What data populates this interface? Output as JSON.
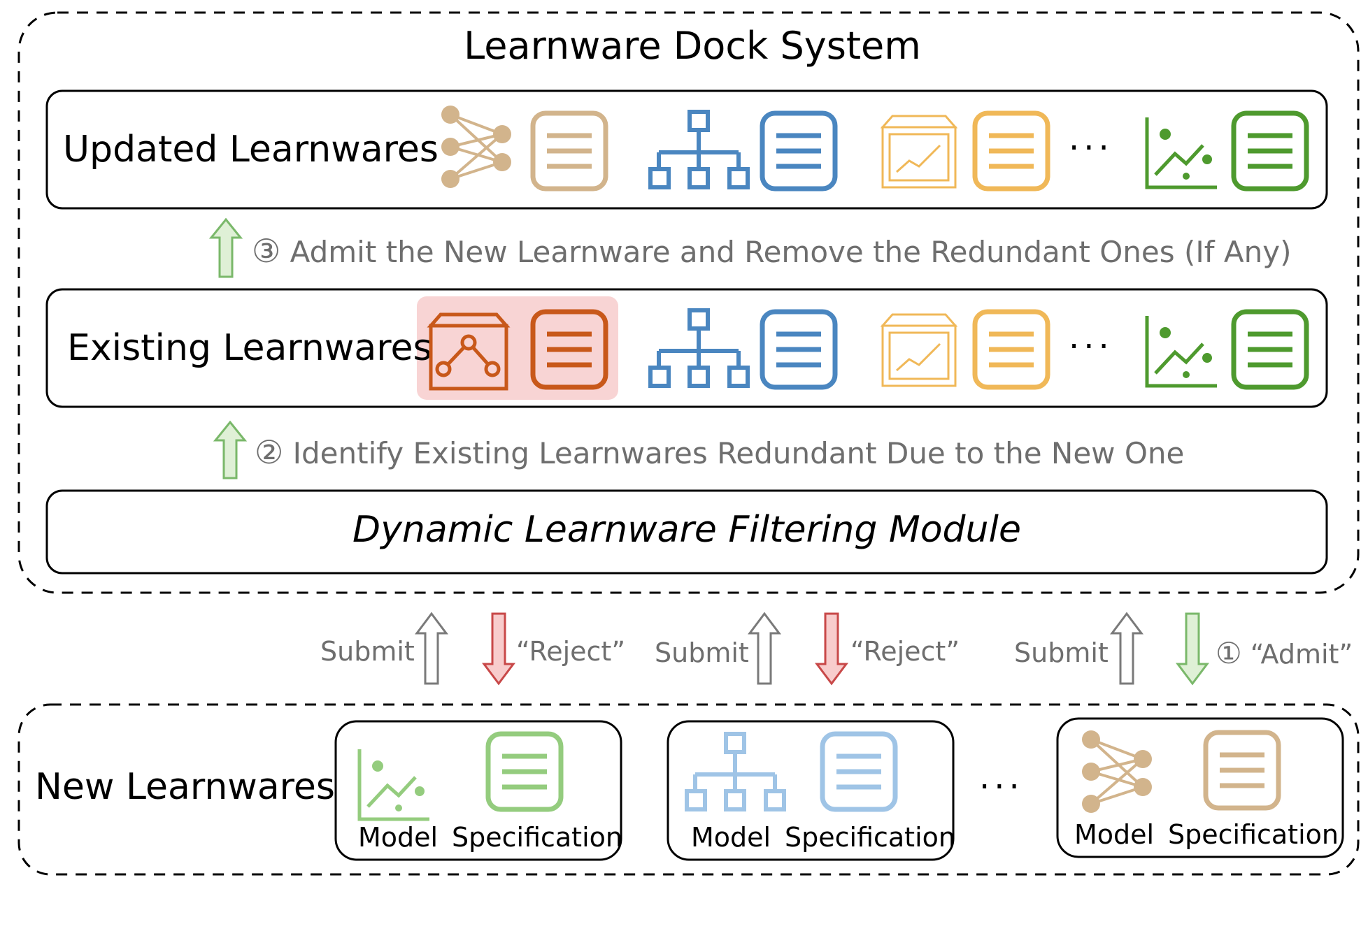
{
  "system": {
    "title": "Learnware Dock System"
  },
  "rows": {
    "updated": {
      "label": "Updated Learnwares"
    },
    "existing": {
      "label": "Existing Learnwares"
    },
    "module": {
      "label": "Dynamic Learnware Filtering Module"
    }
  },
  "steps": {
    "step3": {
      "number": "③",
      "text": "Admit the New Learnware and Remove the Redundant Ones (If Any)"
    },
    "step2": {
      "number": "②",
      "text": "Identify Existing Learnwares Redundant Due to the New One"
    },
    "step1": {
      "number": "①",
      "text": "“Admit”"
    }
  },
  "submissions": [
    {
      "submit": "Submit",
      "response": "“Reject”"
    },
    {
      "submit": "Submit",
      "response": "“Reject”"
    },
    {
      "submit": "Submit",
      "response": "“Admit”"
    }
  ],
  "new": {
    "label": "New Learnwares",
    "cards": [
      {
        "model": "Model",
        "spec": "Specification"
      },
      {
        "model": "Model",
        "spec": "Specification"
      },
      {
        "model": "Model",
        "spec": "Specification"
      }
    ]
  },
  "ellipsis": "···",
  "colors": {
    "tan": "#d2b48c",
    "blue": "#4a86c0",
    "orange_light": "#f0b858",
    "green": "#4e9a2e",
    "red_orange": "#c8581a",
    "highlight": "#f8d4d4",
    "light_green": "#94cc7e",
    "light_blue": "#9fc4e6",
    "arrow_green_fill": "#dff0d6",
    "arrow_green_stroke": "#7ab86a",
    "arrow_red_fill": "#f8cccc",
    "arrow_red_stroke": "#c84848"
  },
  "icons": [
    "neural-network-icon",
    "document-icon",
    "tree-icon",
    "box-chart-icon",
    "scatter-chart-icon",
    "cube-graph-icon",
    "arrow-up-icon",
    "arrow-down-icon"
  ]
}
